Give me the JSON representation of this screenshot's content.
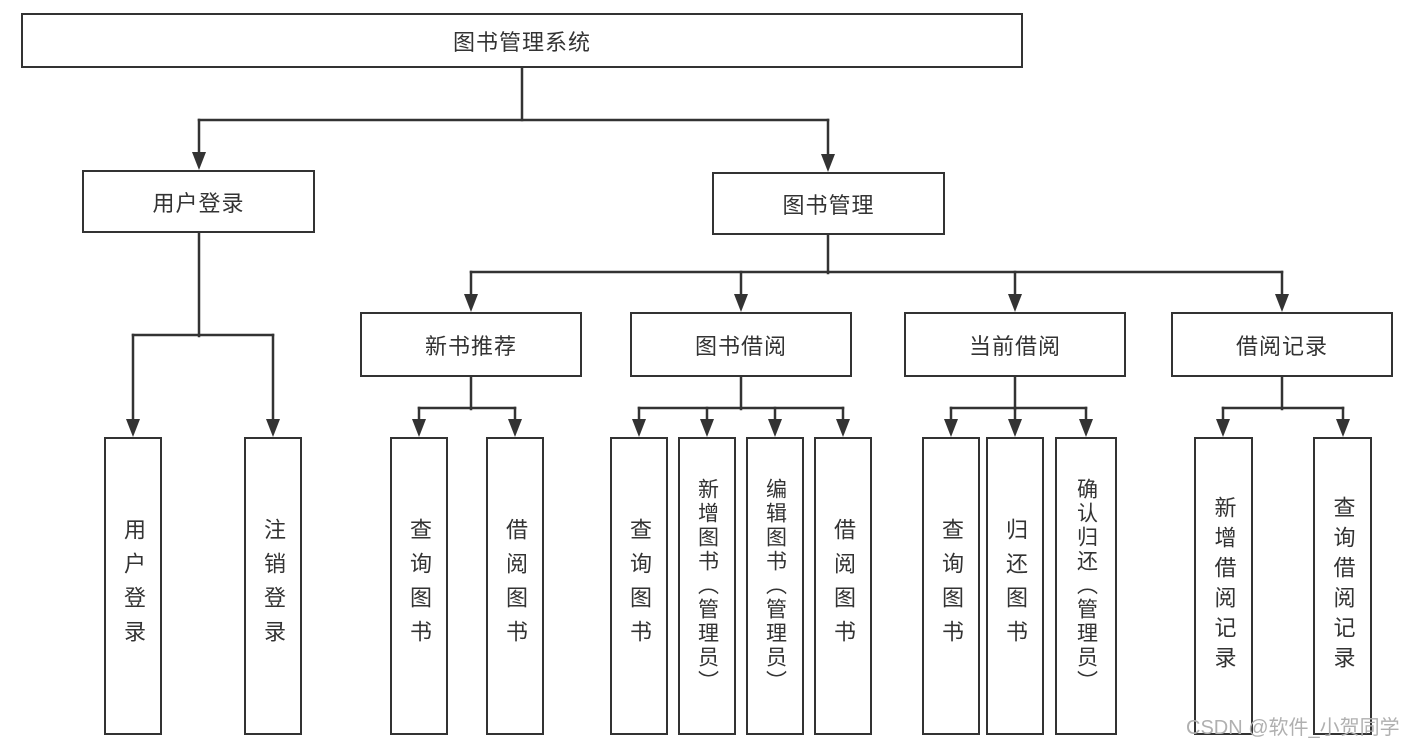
{
  "nodes": {
    "root": "图书管理系统",
    "level2": [
      "用户登录",
      "图书管理"
    ],
    "level3": [
      "新书推荐",
      "图书借阅",
      "当前借阅",
      "借阅记录"
    ],
    "leaves": [
      "用户登录",
      "注销登录",
      "查询图书",
      "借阅图书",
      "查询图书",
      "新增图书（管理员）",
      "编辑图书（管理员）",
      "借阅图书",
      "查询图书",
      "归还图书",
      "确认归还（管理员）",
      "新增借阅记录",
      "查询借阅记录"
    ],
    "watermark": "CSDN @软件_小贺同学",
    "colors": {
      "line": "#333333",
      "text": "#333333",
      "watermark": "#b0b0b0",
      "background": "#ffffff"
    }
  }
}
